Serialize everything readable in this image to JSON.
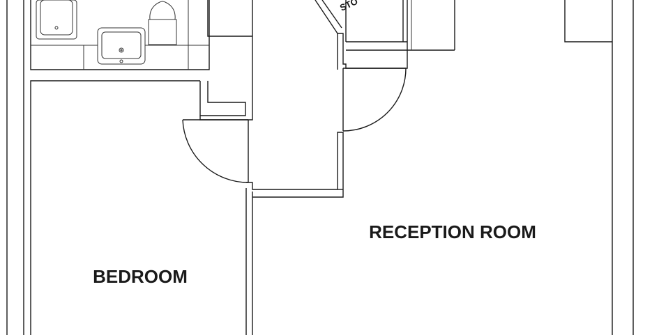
{
  "floorplan": {
    "rooms": {
      "bedroom": "BEDROOM",
      "reception": "RECEPTION ROOM",
      "storage_partial": "STO"
    },
    "colors": {
      "line": "#1a1a1a",
      "background": "#ffffff"
    }
  }
}
